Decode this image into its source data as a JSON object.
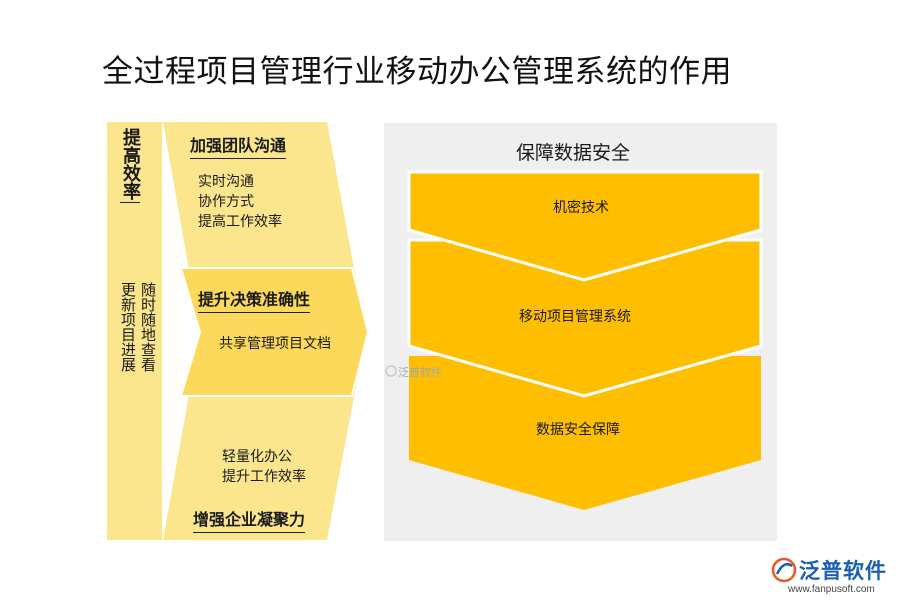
{
  "title": "全过程项目管理行业移动办公管理系统的作用",
  "left": {
    "heading": "提高效率",
    "columns": [
      "随时随地查看",
      "更新项目进展"
    ]
  },
  "middle": {
    "top": {
      "heading": "加强团队沟通",
      "lines": [
        "实时沟通",
        "协作方式",
        "提高工作效率"
      ]
    },
    "center": {
      "heading": "提升决策准确性",
      "lines": [
        "共享管理项目文档"
      ]
    },
    "bottom": {
      "lines": [
        "轻量化办公",
        "提升工作效率"
      ],
      "heading": "增强企业凝聚力"
    }
  },
  "right": {
    "heading": "保障数据安全",
    "items": [
      "机密技术",
      "移动项目管理系统",
      "数据安全保障"
    ]
  },
  "watermark": "泛普软件",
  "brand": {
    "name": "泛普软件",
    "url": "www.fanpusoft.com"
  },
  "colors": {
    "light": "#fbe58d",
    "medium": "#fcd95a",
    "dark": "#ffbf00",
    "panel": "#efefef"
  }
}
